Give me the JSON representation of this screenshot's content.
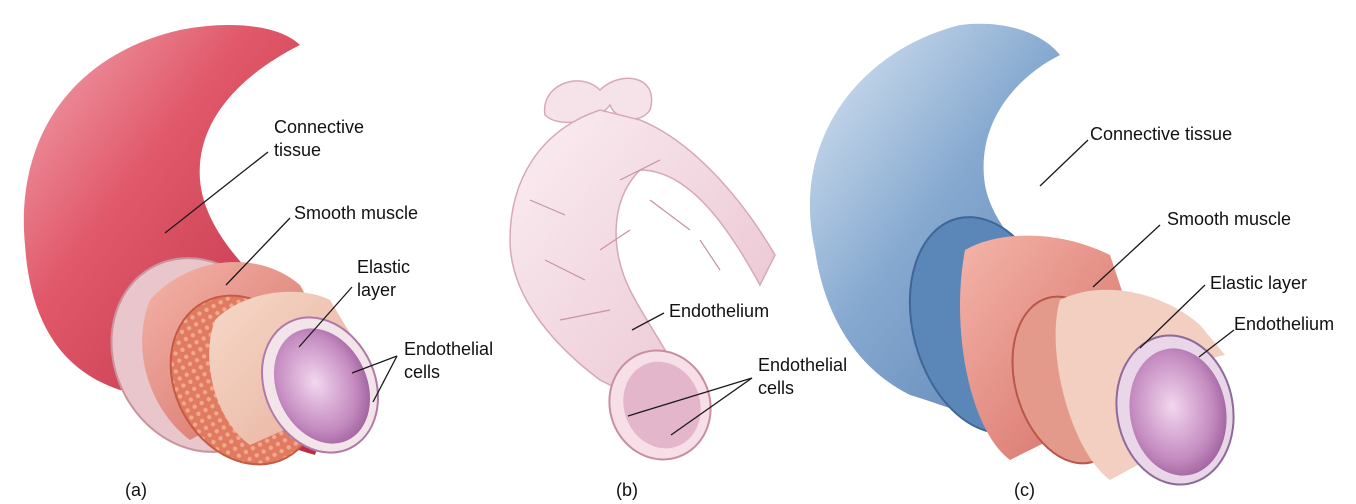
{
  "panels": {
    "a": {
      "caption": "(a)",
      "labels": {
        "connective_tissue": [
          "Connective",
          "tissue"
        ],
        "smooth_muscle": "Smooth muscle",
        "elastic_layer": [
          "Elastic",
          "layer"
        ],
        "endothelial_cells": [
          "Endothelial",
          "cells"
        ]
      }
    },
    "b": {
      "caption": "(b)",
      "labels": {
        "endothelium": "Endothelium",
        "endothelial_cells": [
          "Endothelial",
          "cells"
        ]
      }
    },
    "c": {
      "caption": "(c)",
      "labels": {
        "connective_tissue": "Connective tissue",
        "smooth_muscle": "Smooth muscle",
        "elastic_layer": "Elastic layer",
        "endothelium": "Endothelium"
      }
    }
  },
  "colors": {
    "artery_outer": "#d9485a",
    "capillary": "#f1d3dd",
    "vein_outer": "#6e97c6",
    "smooth_muscle": "#e48a84",
    "elastic_layer": "#e07a60",
    "lumen": "#c98fc6"
  }
}
